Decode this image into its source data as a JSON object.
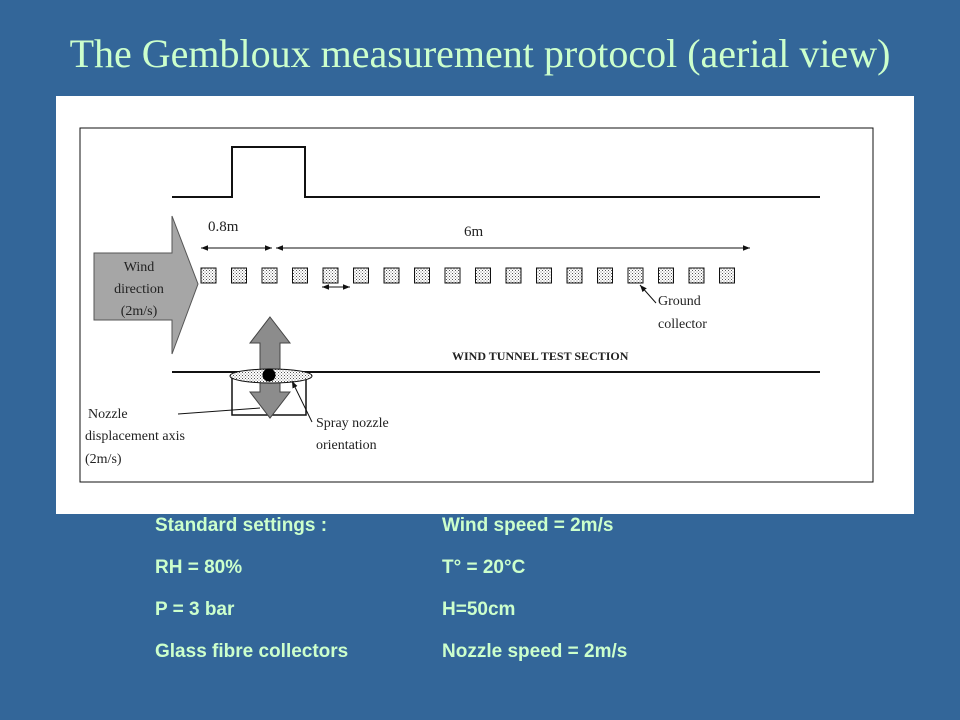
{
  "title": "The Gembloux measurement protocol (aerial view)",
  "diagram": {
    "label_0_8m": "0.8m",
    "label_6m": "6m",
    "wind_line1": "Wind",
    "wind_line2": "direction",
    "wind_line3": "(2m/s)",
    "ground_line1": "Ground",
    "ground_line2": "collector",
    "tunnel_section": "WIND TUNNEL TEST SECTION",
    "nozzle_axis_line1": "Nozzle",
    "nozzle_axis_line2": "displacement axis",
    "nozzle_axis_line3": "(2m/s)",
    "spray_line1": "Spray nozzle",
    "spray_line2": "orientation",
    "collector_count": 18
  },
  "settings": {
    "rows": [
      {
        "left": "Standard settings :",
        "right": "Wind speed = 2m/s"
      },
      {
        "left": "RH =  80%",
        "right": "T° = 20°C"
      },
      {
        "left": "P = 3 bar",
        "right": "H=50cm"
      },
      {
        "left": "Glass fibre collectors",
        "right": "Nozzle speed = 2m/s"
      }
    ]
  },
  "colors": {
    "background": "#336699",
    "title_text": "#ccffcc",
    "wind_arrow": "#a6a6a6",
    "nozzle_arrow": "#8c8c8c"
  }
}
